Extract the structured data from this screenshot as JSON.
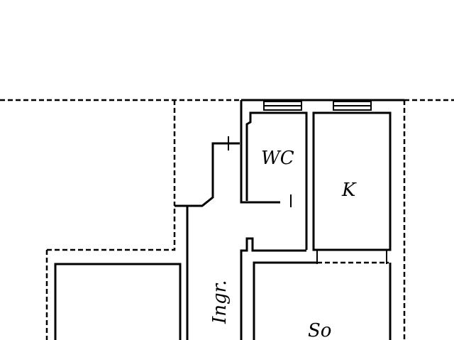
{
  "floor_plan": {
    "rooms": {
      "wc": "WC",
      "kitchen": "K",
      "entrance": "Ingr.",
      "living": "So"
    },
    "line_color": "#000000",
    "background": "#ffffff"
  }
}
